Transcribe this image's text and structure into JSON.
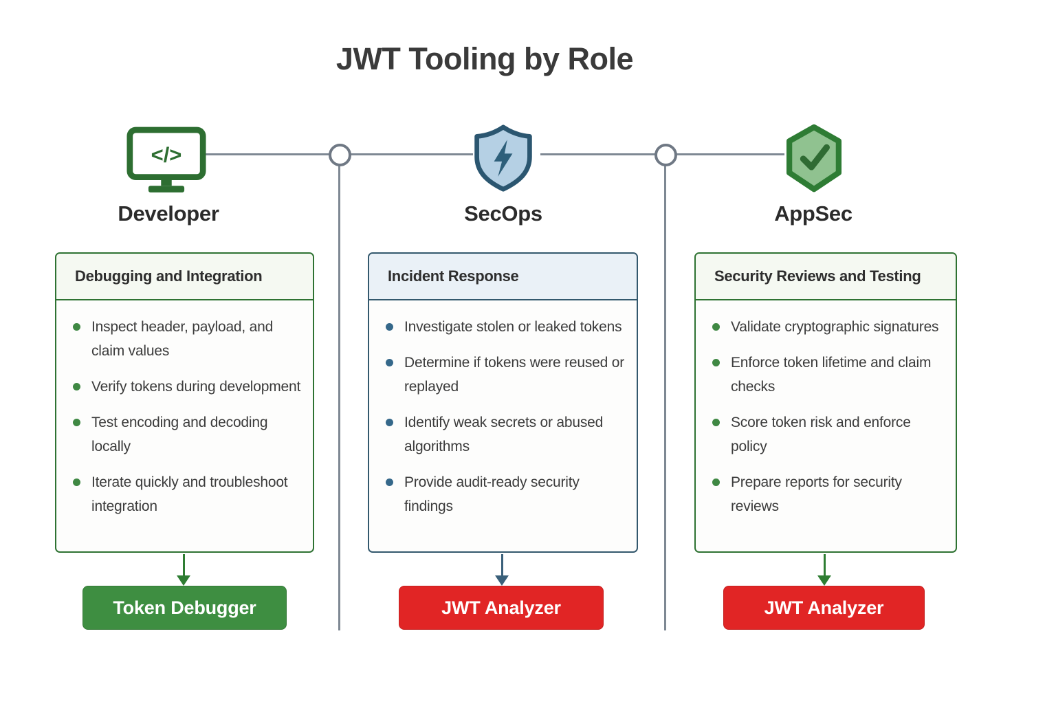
{
  "title": "JWT Tooling by Role",
  "colors": {
    "green_accent": "#2e7232",
    "blue_accent": "#33586d",
    "green_button": "#3e8e41",
    "red_button": "#e12525",
    "connector_gray": "#7e8893",
    "shield_blue_fill": "#b5d0e4",
    "hex_green_fill": "#90c290"
  },
  "columns": [
    {
      "role": "Developer",
      "icon": "code-monitor-icon",
      "card_title": "Debugging and Integration",
      "bullets": [
        "Inspect header, payload, and claim values",
        "Verify tokens during development",
        "Test encoding and decoding locally",
        "Iterate quickly and troubleshoot integration"
      ],
      "tool": "Token Debugger",
      "tool_color": "#3e8e41"
    },
    {
      "role": "SecOps",
      "icon": "shield-bolt-icon",
      "card_title": "Incident Response",
      "bullets": [
        "Investigate stolen or leaked tokens",
        "Determine if tokens were reused or replayed",
        "Identify weak secrets or abused algorithms",
        "Provide audit-ready security findings"
      ],
      "tool": "JWT Analyzer",
      "tool_color": "#e12525"
    },
    {
      "role": "AppSec",
      "icon": "hex-shield-check-icon",
      "card_title": "Security Reviews and Testing",
      "bullets": [
        "Validate cryptographic signatures",
        "Enforce token lifetime and claim checks",
        "Score token risk and enforce policy",
        "Prepare reports for security reviews"
      ],
      "tool": "JWT Analyzer",
      "tool_color": "#e12525"
    }
  ]
}
